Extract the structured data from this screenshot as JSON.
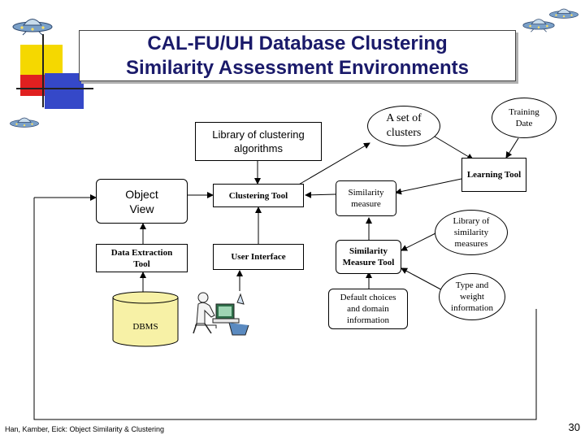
{
  "title": {
    "line1": "CAL-FU/UH Database Clustering",
    "line2": "Similarity Assessment Environments"
  },
  "nodes": {
    "library_clustering": "Library of clustering algorithms",
    "set_of_clusters": "A set of clusters",
    "training_date": "Training Date",
    "learning_tool": "Learning Tool",
    "object_view": "Object View",
    "clustering_tool": "Clustering Tool",
    "similarity_measure": "Similarity measure",
    "library_similarity": "Library of similarity measures",
    "data_extraction": "Data Extraction Tool",
    "user_interface": "User Interface",
    "similarity_measure_tool": "Similarity Measure Tool",
    "type_weight": "Type and weight information",
    "default_choices": "Default choices and domain information",
    "dbms": "DBMS"
  },
  "footer": {
    "citation": "Han, Kamber, Eick: Object Similarity & Clustering",
    "page_number": "30"
  },
  "colors": {
    "title_text": "#1a1a6a",
    "deco_yellow": "#f5d800",
    "deco_blue": "#3548c8",
    "deco_red": "#e02020",
    "dbms_fill": "#f7f1a6"
  },
  "icons": [
    "ufo-icon",
    "person-at-computer-icon"
  ]
}
